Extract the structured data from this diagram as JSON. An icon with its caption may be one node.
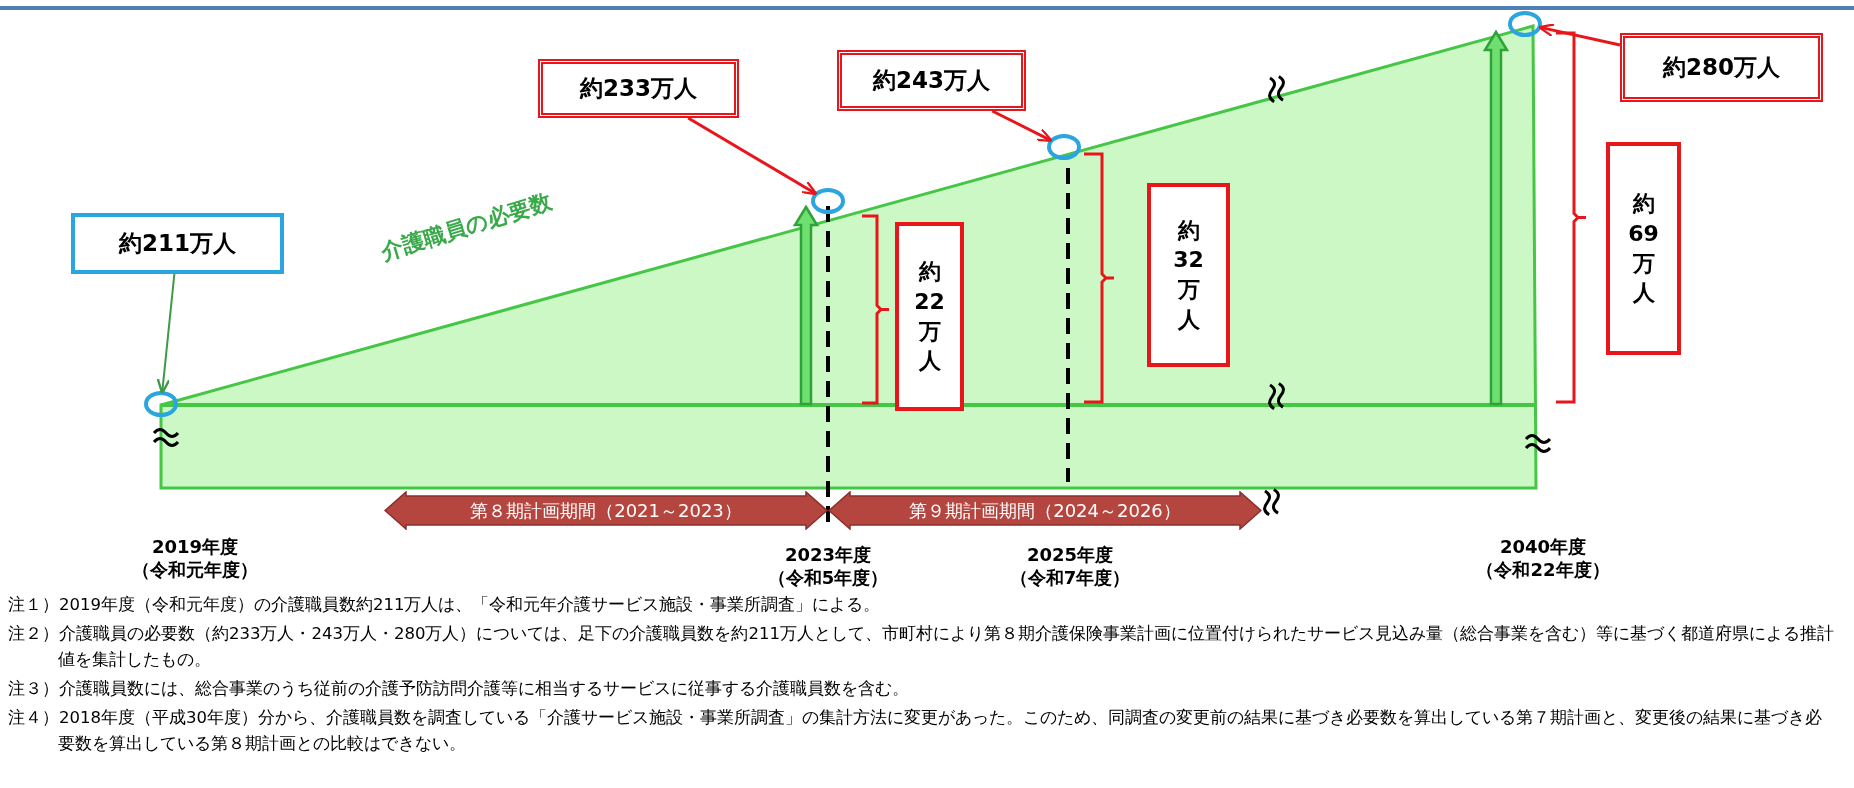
{
  "diagram": {
    "nodes": [
      {
        "text": [
          "約211万人"
        ]
      },
      {
        "text": [],
        "shape": "circle"
      },
      {
        "text": [
          "約233万人"
        ]
      },
      {
        "text": [],
        "shape": "circle"
      },
      {
        "text": [
          "約243万人"
        ]
      },
      {
        "text": [],
        "shape": "circle"
      },
      {
        "text": [
          "約280万人"
        ]
      },
      {
        "text": [],
        "shape": "circle"
      },
      {
        "text": [
          "約22万人"
        ]
      },
      {
        "text": [
          "約32万人"
        ]
      },
      {
        "text": [
          "約69万人"
        ]
      },
      {
        "text": [
          "第８期計画期間（2021～2023）"
        ]
      },
      {
        "text": [
          "第９期計画期間（2024～2026）"
        ]
      }
    ],
    "edges": [
      {
        "from": 0,
        "to": 1,
        "arrow": "to",
        "color": "#3c9a48"
      },
      {
        "from": 2,
        "to": 3,
        "arrow": "to"
      },
      {
        "from": 4,
        "to": 5,
        "arrow": "to"
      },
      {
        "from": 6,
        "to": 7,
        "arrow": "to"
      }
    ],
    "labels": [
      "介護職員の必要数",
      "2019年度",
      "（令和元年度）",
      "2023年度",
      "（令和5年度）",
      "2025年度",
      "（令和7年度）",
      "2040年度",
      "（令和22年度）",
      "注１）2019年度（令和元年度）の介護職員数約211万人は、「令和元年介護サービス施設・事業所調査」による。",
      "注２）介護職員の必要数（約233万人・243万人・280万人）については、足下の介護職員数を約211万人として、市町村により第８期介護保険事業計画に位置付けられたサービス見込み量（総合事業を含む）等に基づく都道府県による推計値を集計したもの。",
      "注３）介護職員数には、総合事業のうち従前の介護予防訪問介護等に相当するサービスに従事する介護職員数を含む。",
      "注４）2018年度（平成30年度）分から、介護職員数を調査している「介護サービス施設・事業所調査」の集計方法に変更があった。このため、同調査の変更前の結果に基づき必要数を算出している第７期計画と、変更後の結果に基づき必要数を算出している第８期計画との比較はできない。"
    ]
  }
}
